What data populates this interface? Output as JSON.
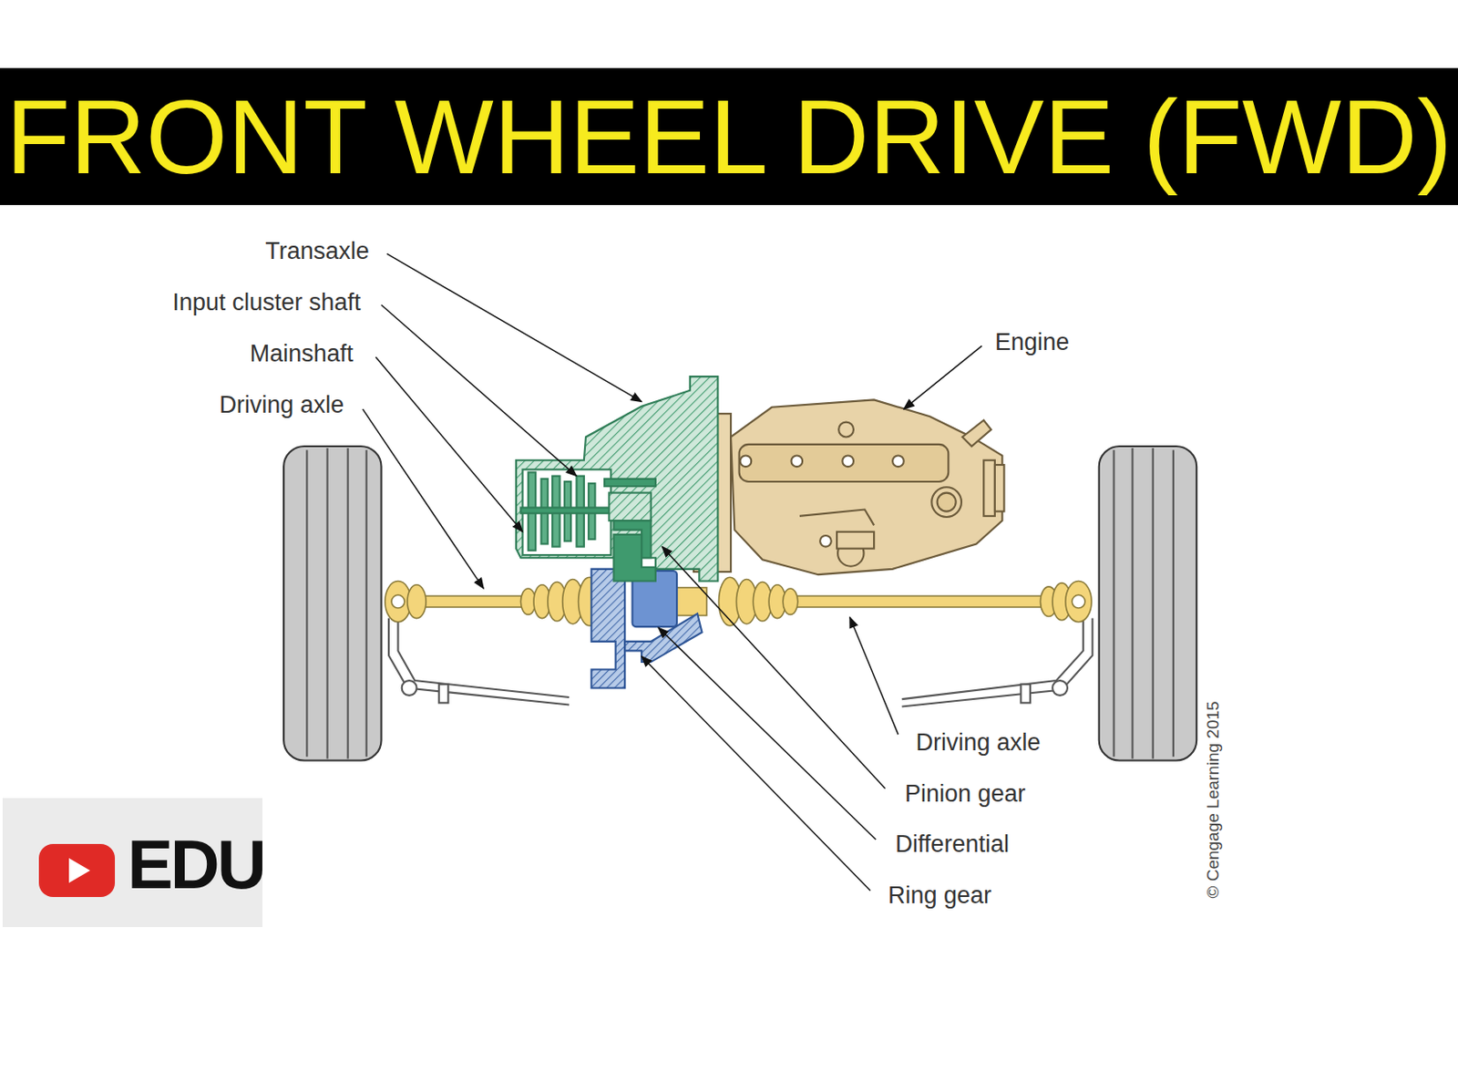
{
  "diagram": {
    "title": "FRONT WHEEL DRIVE (FWD)",
    "nodes": [
      {
        "text": [
          "EDU"
        ]
      }
    ],
    "labels": [
      "Transaxle",
      "Input cluster shaft",
      "Mainshaft",
      "Driving axle",
      "Engine",
      "Driving axle",
      "Pinion gear",
      "Differential",
      "Ring gear",
      "© Cengage Learning 2015"
    ]
  }
}
